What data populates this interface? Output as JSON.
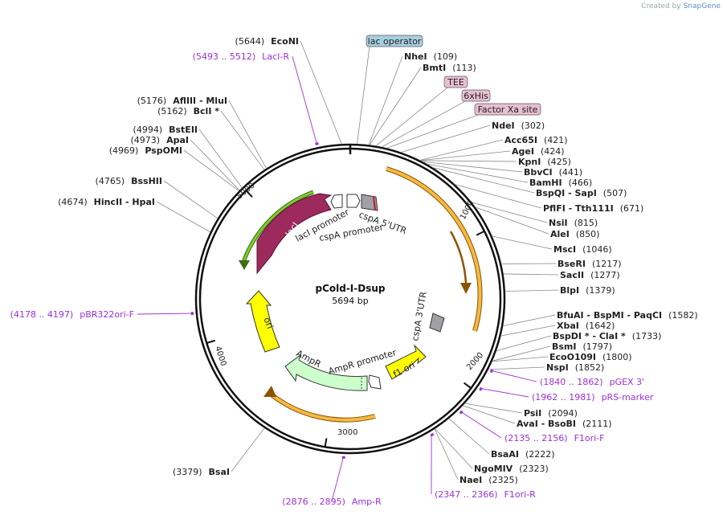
{
  "credit": {
    "prefix": "Created by",
    "brand": "SnapGene"
  },
  "plasmid": {
    "name": "pCold-I-Dsup",
    "size": "5694 bp",
    "length": 5694
  },
  "ticks": [
    {
      "pos": 1000,
      "label": "1000"
    },
    {
      "pos": 2000,
      "label": "2000"
    },
    {
      "pos": 3000,
      "label": "3000"
    },
    {
      "pos": 4000,
      "label": "4000"
    },
    {
      "pos": 5000,
      "label": "5000"
    }
  ],
  "sites": [
    {
      "pos": 5644,
      "name": "EcoNI",
      "num": "(5644)"
    },
    {
      "pos": 109,
      "name": "NheI",
      "num": "(109)"
    },
    {
      "pos": 113,
      "name": "BmtI",
      "num": "(113)"
    },
    {
      "pos": 302,
      "name": "NdeI",
      "num": "(302)"
    },
    {
      "pos": 421,
      "name": "Acc65I",
      "num": "(421)"
    },
    {
      "pos": 424,
      "name": "AgeI",
      "num": "(424)"
    },
    {
      "pos": 425,
      "name": "KpnI",
      "num": "(425)"
    },
    {
      "pos": 441,
      "name": "BbvCI",
      "num": "(441)"
    },
    {
      "pos": 466,
      "name": "BamHI",
      "num": "(466)"
    },
    {
      "pos": 507,
      "name": "BspQI  -  SapI",
      "num": "(507)"
    },
    {
      "pos": 671,
      "name": "PflFI  -  Tth111I",
      "num": "(671)"
    },
    {
      "pos": 815,
      "name": "NsiI",
      "num": "(815)"
    },
    {
      "pos": 850,
      "name": "AleI",
      "num": "(850)"
    },
    {
      "pos": 1046,
      "name": "MscI",
      "num": "(1046)"
    },
    {
      "pos": 1217,
      "name": "BseRI",
      "num": "(1217)"
    },
    {
      "pos": 1277,
      "name": "SacII",
      "num": "(1277)"
    },
    {
      "pos": 1379,
      "name": "BlpI",
      "num": "(1379)"
    },
    {
      "pos": 1582,
      "name": "BfuAI  -  BspMI  -  PaqCI",
      "num": "(1582)"
    },
    {
      "pos": 1642,
      "name": "XbaI",
      "num": "(1642)"
    },
    {
      "pos": 1733,
      "name": "BspDI *  -  ClaI *",
      "num": "(1733)"
    },
    {
      "pos": 1797,
      "name": "BsmI",
      "num": "(1797)"
    },
    {
      "pos": 1800,
      "name": "EcoO109I",
      "num": "(1800)"
    },
    {
      "pos": 1852,
      "name": "NspI",
      "num": "(1852)"
    },
    {
      "pos": 2094,
      "name": "PsiI",
      "num": "(2094)"
    },
    {
      "pos": 2111,
      "name": "AvaI  -  BsoBI",
      "num": "(2111)"
    },
    {
      "pos": 2222,
      "name": "BsaAI",
      "num": "(2222)"
    },
    {
      "pos": 2323,
      "name": "NgoMIV",
      "num": "(2323)"
    },
    {
      "pos": 2325,
      "name": "NaeI",
      "num": "(2325)"
    },
    {
      "pos": 3379,
      "name": "BsaI",
      "num": "(3379)"
    },
    {
      "pos": 4674,
      "name": "HincII  -  HpaI",
      "num": "(4674)"
    },
    {
      "pos": 4765,
      "name": "BssHII",
      "num": "(4765)"
    },
    {
      "pos": 4969,
      "name": "PspOMI",
      "num": "(4969)"
    },
    {
      "pos": 4973,
      "name": "ApaI",
      "num": "(4973)"
    },
    {
      "pos": 4994,
      "name": "BstEII",
      "num": "(4994)"
    },
    {
      "pos": 5162,
      "name": "BclI *",
      "num": "(5162)"
    },
    {
      "pos": 5176,
      "name": "AflIII  -  MluI",
      "num": "(5176)"
    }
  ],
  "primers": [
    {
      "pos": 5502,
      "name": "LacI-R",
      "range": "(5493 .. 5512)"
    },
    {
      "pos": 1851,
      "name": "pGEX 3'",
      "range": "(1840 .. 1862)"
    },
    {
      "pos": 1971,
      "name": "pRS-marker",
      "range": "(1962 .. 1981)"
    },
    {
      "pos": 2145,
      "name": "F1ori-F",
      "range": "(2135 .. 2156)"
    },
    {
      "pos": 2356,
      "name": "F1ori-R",
      "range": "(2347 .. 2366)"
    },
    {
      "pos": 2885,
      "name": "Amp-R",
      "range": "(2876 .. 2895)"
    },
    {
      "pos": 4187,
      "name": "pBR322ori-F",
      "range": "(4178 .. 4197)"
    }
  ],
  "boxed_features": [
    {
      "pos": 40,
      "label": "lac operator",
      "color": "#a8cfe0"
    },
    {
      "pos": 150,
      "label": "TEE",
      "color": "#e8bfcf"
    },
    {
      "pos": 185,
      "label": "6xHis",
      "color": "#e8bfcf"
    },
    {
      "pos": 215,
      "label": "Factor Xa site",
      "color": "#e8bfcf"
    }
  ],
  "features": [
    {
      "name": "lacI",
      "color": "#9c2a5c"
    },
    {
      "name": "lacI promoter",
      "color": "#ffffff"
    },
    {
      "name": "cspA promoter",
      "color": "#ffffff"
    },
    {
      "name": "cspA 5'UTR",
      "color": "#9fa1a4"
    },
    {
      "name": "cspA 3'UTR",
      "color": "#9fa1a4"
    },
    {
      "name": "f1 ori",
      "color": "#ffff00"
    },
    {
      "name": "AmpR promoter",
      "color": "#ffffff"
    },
    {
      "name": "AmpR",
      "color": "#ccffcc"
    },
    {
      "name": "ori",
      "color": "#ffff00"
    }
  ],
  "colors": {
    "orf": "#f5b942",
    "orf_dark": "#8a5400",
    "lacI_orf": "#7acc2e",
    "primer": "#9b30d9"
  }
}
